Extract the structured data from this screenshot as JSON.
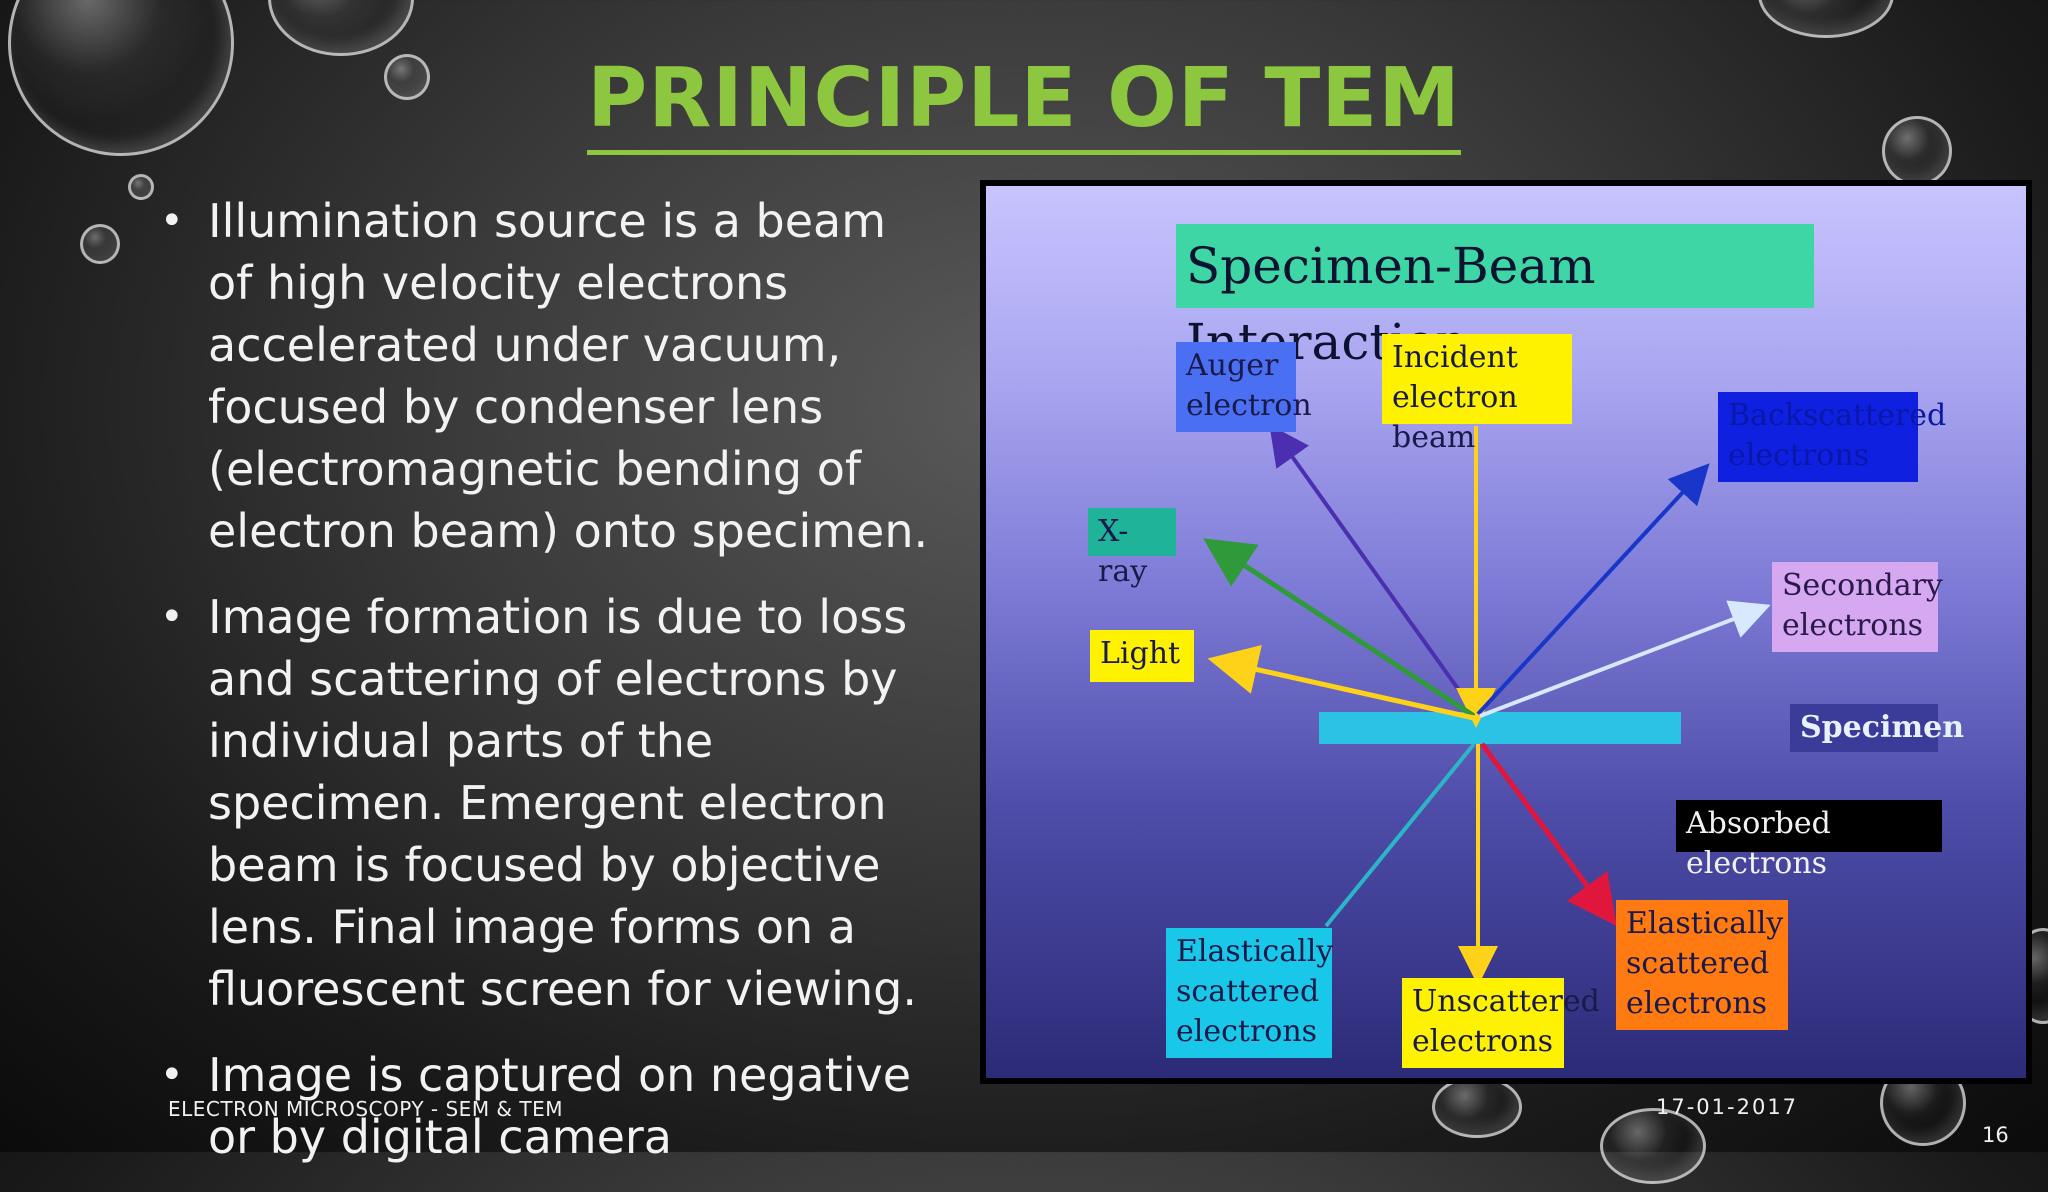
{
  "slide": {
    "title": "PRINCIPLE OF TEM",
    "bullets": [
      "Illumination source is a beam of high velocity electrons accelerated under vacuum, focused by condenser lens (electromagnetic bending of electron beam) onto specimen.",
      "Image formation is due to loss and scattering of electrons by individual parts of the specimen. Emergent electron beam is focused by objective lens. Final image forms on a fluorescent screen for viewing.",
      "Image is captured on negative or by digital camera"
    ],
    "footer_left": "ELECTRON MICROSCOPY - SEM & TEM",
    "footer_date": "17-01-2017",
    "page_number": "16"
  },
  "figure": {
    "title": "Specimen-Beam Interaction",
    "labels": {
      "auger": "Auger electron",
      "incident": "Incident electron beam",
      "backscattered": "Backscattered electrons",
      "xray": "X-ray",
      "secondary": "Secondary electrons",
      "light": "Light",
      "specimen": "Specimen",
      "absorbed": "Absorbed electrons",
      "elastic_left": "Elastically scattered electrons",
      "unscattered": "Unscattered electrons",
      "elastic_right": "Elastically scattered electrons"
    },
    "colors": {
      "title_bg": "#3fd6a6",
      "auger_bg": "#4a6ff2",
      "incident_bg": "#fff200",
      "backscattered_bg": "#1020e0",
      "xray_bg": "#1fb39a",
      "secondary_bg": "#d6a8f2",
      "light_bg": "#fff200",
      "specimen_bar": "#2bc2e6",
      "absorbed_bg": "#000000",
      "elastic_left_bg": "#19c8e8",
      "unscattered_bg": "#fff200",
      "elastic_right_bg": "#ff7a10",
      "accent_title": "#8dc63f"
    }
  }
}
